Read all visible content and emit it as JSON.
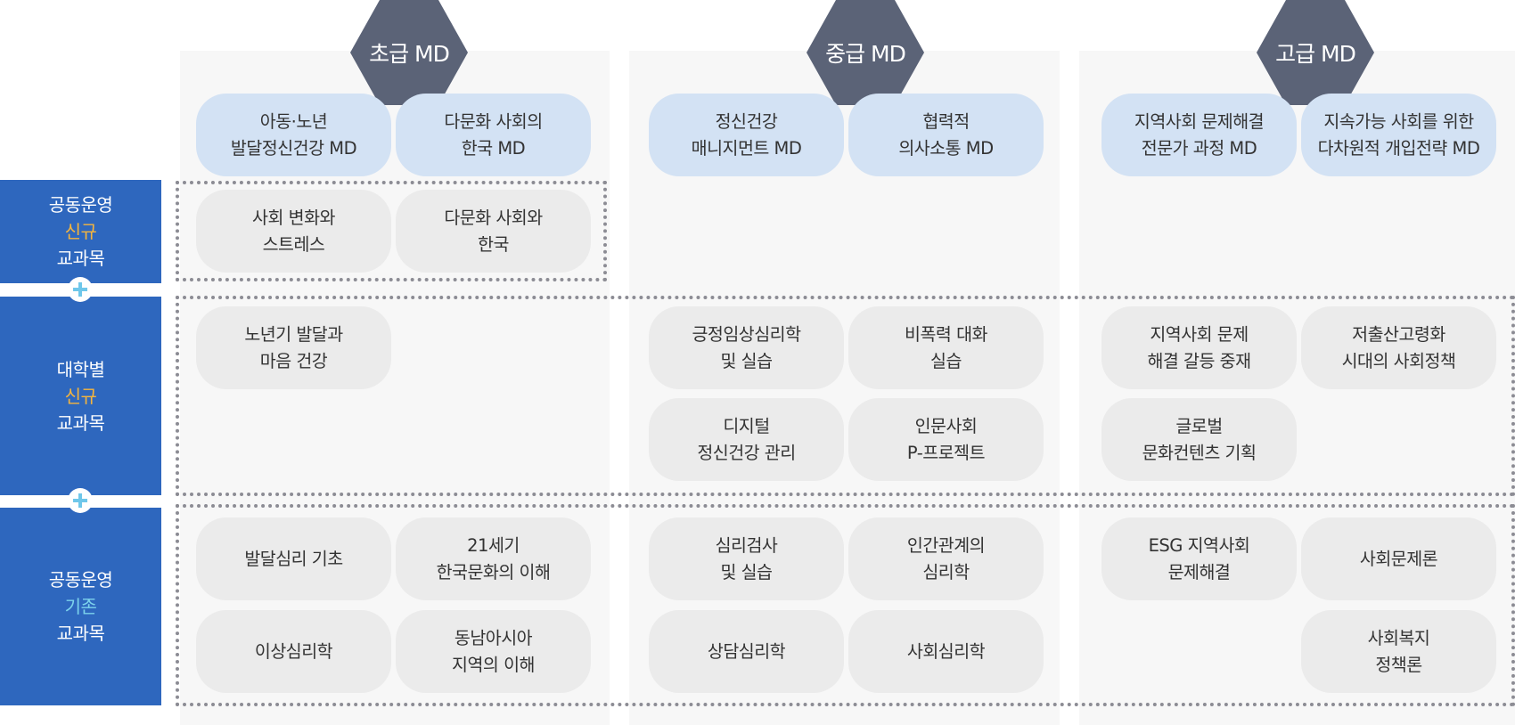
{
  "columns": [
    {
      "title": "초급 MD",
      "md_courses": [
        "아동·노년\n발달정신건강 MD",
        "다문화 사회의\n한국 MD"
      ]
    },
    {
      "title": "중급 MD",
      "md_courses": [
        "정신건강\n매니지먼트 MD",
        "협력적\n의사소통 MD"
      ]
    },
    {
      "title": "고급 MD",
      "md_courses": [
        "지역사회 문제해결\n전문가 과정 MD",
        "지속가능 사회를 위한\n다차원적 개입전략 MD"
      ]
    }
  ],
  "rows": [
    {
      "line1": "공동운영",
      "line2": "신규",
      "line3": "교과목"
    },
    {
      "line1": "대학별",
      "line2": "신규",
      "line3": "교과목"
    },
    {
      "line1": "공동운영",
      "line2": "기존",
      "line3": "교과목"
    }
  ],
  "courses": {
    "joint_new": {
      "beginner": [
        "사회 변화와\n스트레스",
        "다문화 사회와\n한국"
      ]
    },
    "univ_new": {
      "beginner": [
        "노년기 발달과\n마음 건강"
      ],
      "intermediate": [
        "긍정임상심리학\n및 실습",
        "비폭력 대화\n실습",
        "디지털\n정신건강 관리",
        "인문사회\nP-프로젝트"
      ],
      "advanced": [
        "지역사회 문제\n해결 갈등 중재",
        "저출산고령화\n시대의 사회정책",
        "글로벌\n문화컨텐츠 기획"
      ]
    },
    "joint_existing": {
      "beginner": [
        "발달심리 기초",
        "21세기\n한국문화의 이해",
        "이상심리학",
        "동남아시아\n지역의 이해"
      ],
      "intermediate": [
        "심리검사\n및 실습",
        "인간관계의\n심리학",
        "상담심리학",
        "사회심리학"
      ],
      "advanced": [
        "ESG 지역사회\n문제해결",
        "사회문제론",
        "사회복지\n정책론"
      ]
    }
  },
  "colors": {
    "hexagon": "#5b6377",
    "md_pill": "#d3e2f4",
    "course_pill": "#ebebeb",
    "sidebar": "#2e67be",
    "new_highlight": "#f5b53d",
    "existing_highlight": "#7cd3ec",
    "column_bg": "#f7f7f7",
    "plus_icon": "#6fc7ea"
  },
  "icons": [
    "plus-icon"
  ]
}
